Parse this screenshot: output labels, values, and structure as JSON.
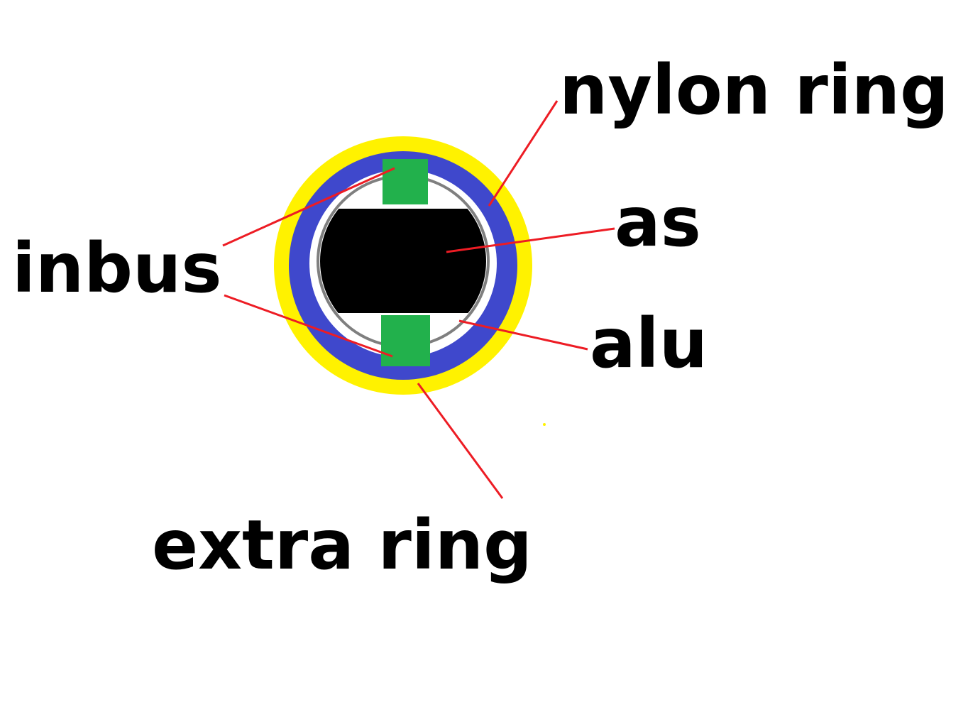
{
  "labels": {
    "nylon_ring": "nylon ring",
    "as": "as",
    "alu": "alu",
    "inbus": "inbus",
    "extra_ring": "extra ring"
  },
  "colors": {
    "background": "#ffffff",
    "extra_ring": "#fff200",
    "nylon_ring": "#3f48cc",
    "alu": "#7f7f7f",
    "as": "#000000",
    "inbus": "#22b14c",
    "leader_line": "#ed1c24",
    "text": "#000000"
  }
}
